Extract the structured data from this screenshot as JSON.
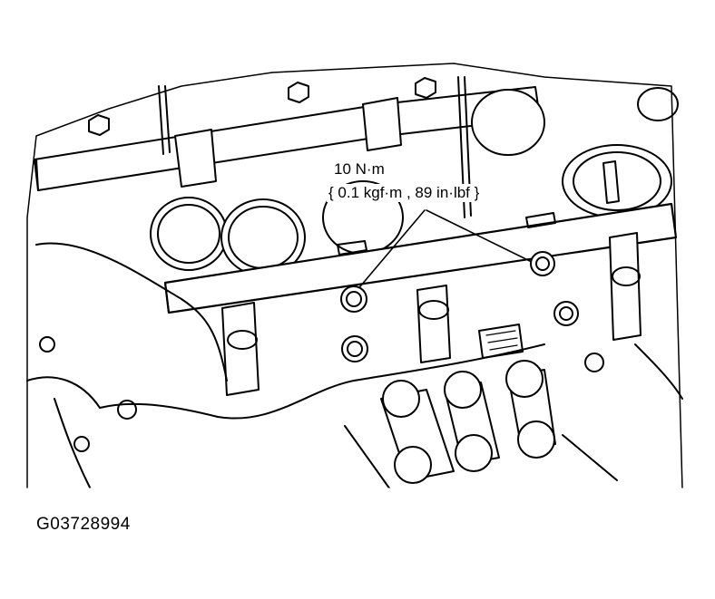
{
  "callout": {
    "torque_nm": "10 N·m",
    "torque_alt": "{ 0.1 kgf·m , 89 in·lbf }"
  },
  "figure": {
    "id": "G03728994"
  },
  "colors": {
    "ink": "#000000",
    "paper": "#ffffff"
  }
}
